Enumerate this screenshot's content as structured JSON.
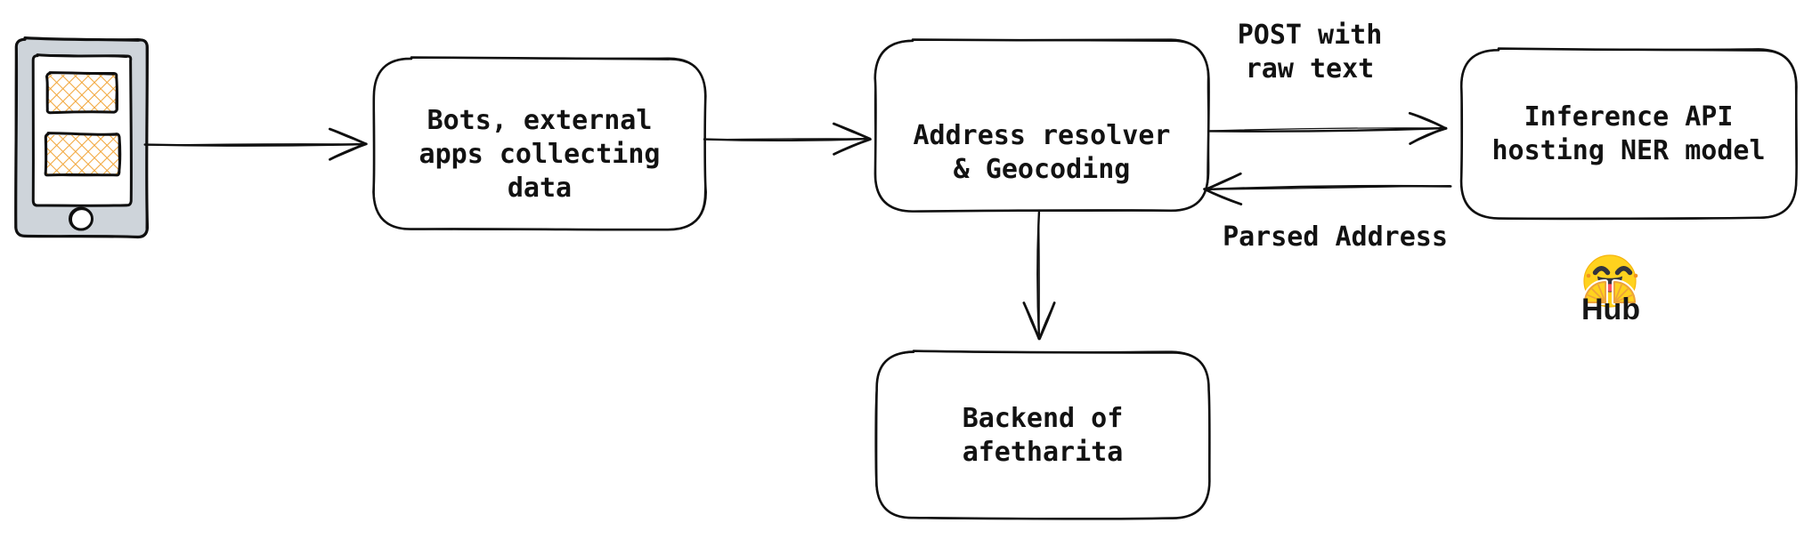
{
  "diagram": {
    "palette": {
      "stroke": "#101010",
      "text": "#121212",
      "phone_body": "#ced4da",
      "phone_screen": "#ffffff",
      "content_highlight": "#f2a73d",
      "hf_yellow": "#ffd21e",
      "hf_face_details": "#32343d",
      "hf_tongue": "#fb5663",
      "hf_hand_stroke": "#eda33b",
      "hf_freckle": "#f29422",
      "hub_text_color": "#161616"
    },
    "nodes": {
      "phone": {
        "icon": "mobile-phone-icon"
      },
      "bots": {
        "lines": [
          "Bots, external",
          "apps collecting",
          "data"
        ]
      },
      "resolver": {
        "lines": [
          "Address resolver",
          "& Geocoding"
        ]
      },
      "inference": {
        "lines": [
          "Inference API",
          "hosting NER model"
        ]
      },
      "backend": {
        "lines": [
          "Backend of",
          "afetharita"
        ]
      }
    },
    "edge_labels": {
      "post": {
        "lines": [
          "POST with",
          "raw text"
        ]
      },
      "parsed": {
        "lines": [
          "Parsed Address"
        ]
      }
    },
    "hub": {
      "icon": "hugging-face-emoji",
      "label": "Hub"
    }
  }
}
